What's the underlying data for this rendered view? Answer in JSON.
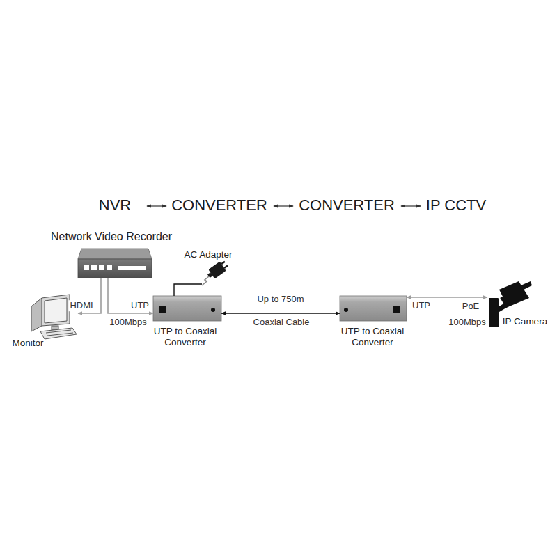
{
  "diagram": {
    "nodes": [
      {
        "text": [
          "Network Video Recorder"
        ]
      },
      {
        "text": [
          "Monitor"
        ]
      },
      {
        "text": [
          "AC Adapter"
        ]
      },
      {
        "text": [
          "UTP to Coaxial Converter"
        ]
      },
      {
        "text": [
          "UTP to Coaxial Converter"
        ]
      },
      {
        "text": [
          "IP Camera"
        ]
      }
    ],
    "edges": [
      {
        "from": 0,
        "to": 1,
        "label": "HDMI",
        "arrow": "to"
      },
      {
        "from": 0,
        "to": 3,
        "label": "UTP",
        "arrow": "to"
      },
      {
        "from": 2,
        "to": 3,
        "arrow": "none"
      },
      {
        "from": 3,
        "to": 4,
        "label": "Up to 750m",
        "arrow": "both"
      },
      {
        "from": 4,
        "to": 5,
        "label": "UTP",
        "arrow": "both"
      }
    ],
    "labels": [
      "NVR",
      "CONVERTER",
      "CONVERTER",
      "IP CCTV",
      "100Mbps",
      "Coaxial Cable",
      "PoE",
      "100Mbps"
    ]
  }
}
